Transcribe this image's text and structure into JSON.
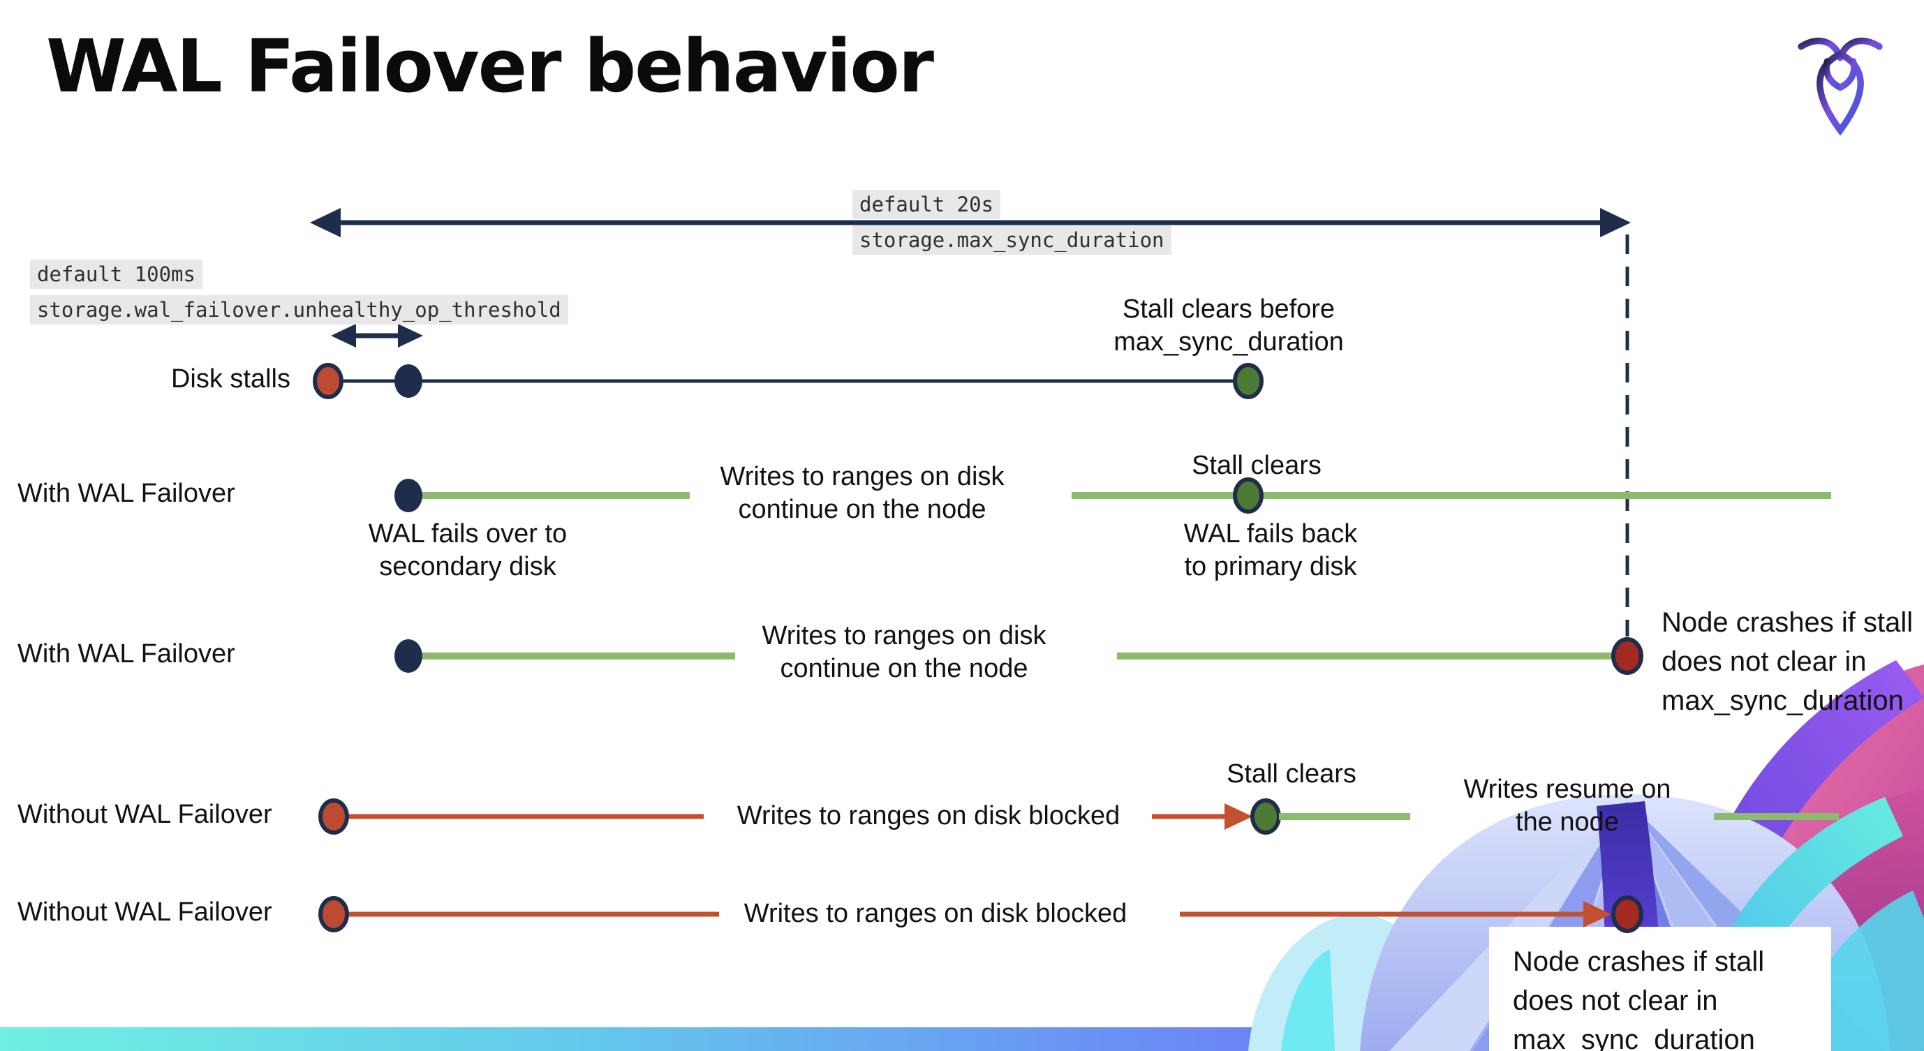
{
  "slide": {
    "title": "WAL Failover behavior",
    "brand_icon": "cockroachdb-logo"
  },
  "settings_callouts": {
    "max_sync_duration": {
      "default": "default 20s",
      "setting": "storage.max_sync_duration"
    },
    "unhealthy_op_threshold": {
      "default": "default 100ms",
      "setting": "storage.wal_failover.unhealthy_op_threshold"
    }
  },
  "timelines": [
    {
      "label": "Disk stalls",
      "notes": {
        "clear_note": "Stall clears before\nmax_sync_duration"
      }
    },
    {
      "label": "With WAL Failover",
      "notes": {
        "failover_note": "WAL fails over to\nsecondary disk",
        "writes_note": "Writes to ranges on disk\ncontinue on the node",
        "stall_clears": "Stall clears",
        "failback_note": "WAL fails  back\nto primary disk"
      }
    },
    {
      "label": "With WAL Failover",
      "notes": {
        "writes_note": "Writes to ranges on disk\ncontinue on the node",
        "crash_note": "Node crashes if stall\ndoes not clear in\nmax_sync_duration"
      }
    },
    {
      "label": "Without WAL Failover",
      "notes": {
        "blocked_note": "Writes to ranges on disk  blocked",
        "stall_clears": "Stall clears",
        "resume_note": "Writes resume on\nthe node"
      }
    },
    {
      "label": "Without WAL Failover",
      "notes": {
        "blocked_note": "Writes to ranges on disk  blocked",
        "crash_note": "Node crashes if stall\ndoes not clear in\nmax_sync_duration"
      }
    }
  ],
  "colors": {
    "navy": "#1F2D4D",
    "green_line": "#8CBB6B",
    "green_dot": "#4E7B33",
    "red_line": "#C3512F",
    "red_dot": "#BC4B31",
    "crash_red": "#A32A20",
    "code_bg": "#E8E8E8",
    "bar_gradient_start": "#6FF0E2",
    "bar_gradient_end": "#7447EC"
  }
}
